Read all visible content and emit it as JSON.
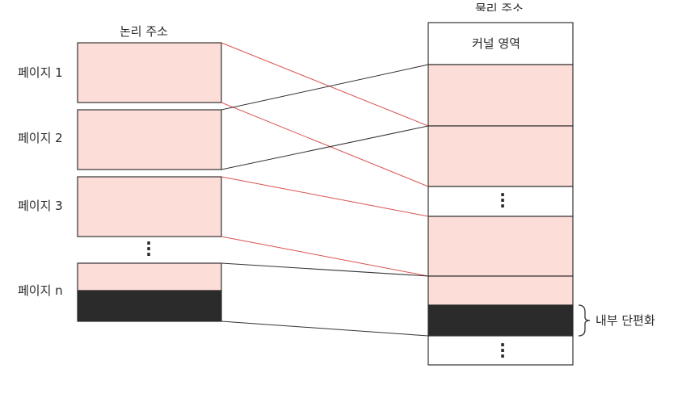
{
  "logical": {
    "title": "논리 주소",
    "pages": [
      {
        "label": "페이지 1"
      },
      {
        "label": "페이지 2"
      },
      {
        "label": "페이지 3"
      },
      {
        "label": "페이지 n"
      }
    ]
  },
  "physical": {
    "title": "물리 주소",
    "kernel_label": "커널 영역"
  },
  "annotation": {
    "internal_fragmentation": "내부 단편화"
  },
  "colors": {
    "page_fill": "#fcddd8",
    "fragment_fill": "#2b2b2b",
    "outline": "#333333",
    "mapping_red": "#d9534f",
    "mapping_dark": "#333333"
  }
}
